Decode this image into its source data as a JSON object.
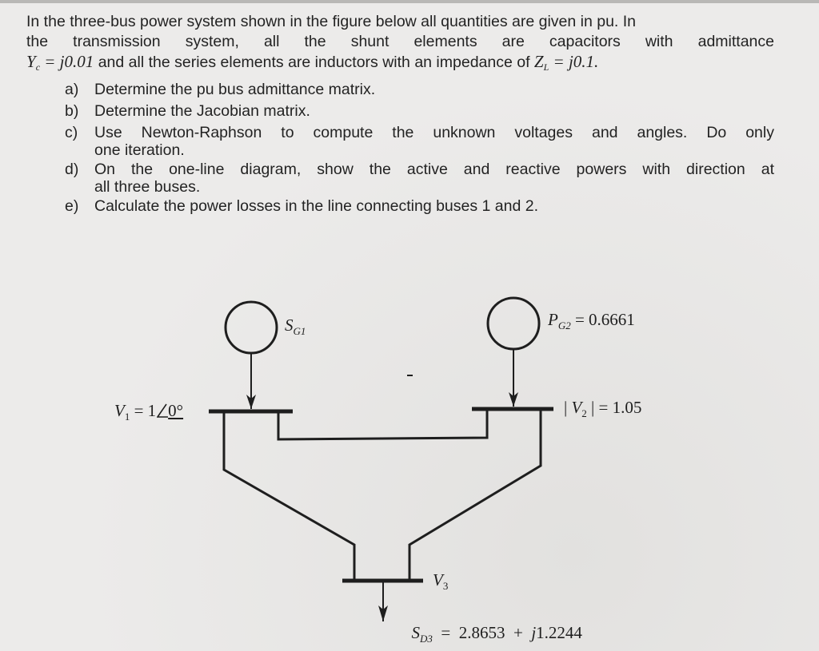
{
  "problem": {
    "intro_line1": "In the three-bus power system shown in the figure below all quantities are given in pu. In",
    "intro_line2": "the transmission system, all the shunt elements are capacitors with admittance",
    "intro_line3_yc_symbol": "Y",
    "intro_line3_yc_sub": "c",
    "intro_line3_yc_value": " = j0.01",
    "intro_line3_text": " and all the series elements are inductors with an impedance of ",
    "intro_line3_zl_symbol": "Z",
    "intro_line3_zl_sub": "L",
    "intro_line3_zl_value": " = j0.1.",
    "parts": [
      {
        "label": "a)",
        "line1": "Determine the pu bus admittance matrix.",
        "line2": ""
      },
      {
        "label": "b)",
        "line1": "Determine the Jacobian matrix.",
        "line2": ""
      },
      {
        "label": "c)",
        "line1": "Use Newton-Raphson to compute the unknown voltages and angles. Do only",
        "line2": "one iteration."
      },
      {
        "label": "d)",
        "line1": "On the one-line diagram, show the active and reactive powers with direction at",
        "line2": "all three buses."
      },
      {
        "label": "e)",
        "line1": "Calculate the power losses in the line connecting buses 1 and 2.",
        "line2": ""
      }
    ]
  },
  "diagram": {
    "gen1": {
      "symbol": "S",
      "sub": "G1"
    },
    "gen2": {
      "symbol": "P",
      "sub": "G2",
      "value": " = 0.6661"
    },
    "bus1": {
      "symbol": "V",
      "sub": "1",
      "eq": " = 1",
      "angle": "0°"
    },
    "bus2": {
      "prefix": "| ",
      "symbol": "V",
      "sub": "2",
      "suffix": " | = 1.05"
    },
    "bus3": {
      "symbol": "V",
      "sub": "3"
    },
    "load3": {
      "symbol": "S",
      "sub": "D3",
      "value": "  =  2.8653  +  ",
      "imag_j": "j",
      "imag_val": "1.2244"
    }
  }
}
